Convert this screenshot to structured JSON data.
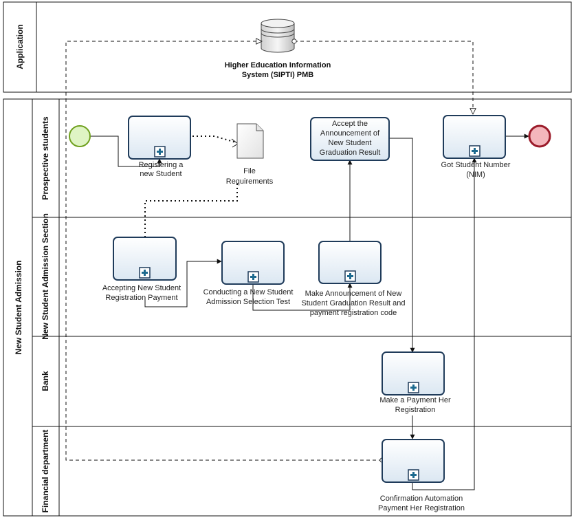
{
  "pools": {
    "application": {
      "label": "Application",
      "datastore_label": [
        "Higher Education Information",
        "System (SIPTI) PMB"
      ]
    },
    "admission": {
      "label": "New Student Admission",
      "lanes": {
        "prospective": "Prospective students",
        "admission_section": "New Student Admission Section",
        "bank": "Bank",
        "financial": "Financial department"
      }
    }
  },
  "tasks": {
    "registering": [
      "Registering a",
      "new Student"
    ],
    "accept_announcement": [
      "Accept the",
      "Announcement of",
      "New Student",
      "Graduation Result"
    ],
    "got_number": [
      "Got Student Number",
      "(NIM)"
    ],
    "accepting_payment": [
      "Accepting New Student",
      "Registration Payment"
    ],
    "conducting_test": [
      "Conducting a New Student",
      "Admission Selection Test"
    ],
    "make_announcement": [
      "Make Announcement of New",
      "Student Graduation Result and",
      "payment registration code"
    ],
    "make_payment": [
      "Make a Payment Her",
      "Registration"
    ],
    "confirmation": [
      "Confirmation Automation",
      "Payment Her Registration"
    ]
  },
  "artifacts": {
    "file_requirements": [
      "File",
      "Requirements"
    ]
  },
  "colors": {
    "task_stroke": "#1f3b5a",
    "task_fill": "#ffffff",
    "task_fill_grad": "#dbe7f2",
    "start_stroke": "#6fa01e",
    "start_fill": "#dff4c4",
    "end_stroke": "#9b1b2a",
    "end_fill": "#f4b6bc",
    "marker": "#1d6a8f"
  }
}
